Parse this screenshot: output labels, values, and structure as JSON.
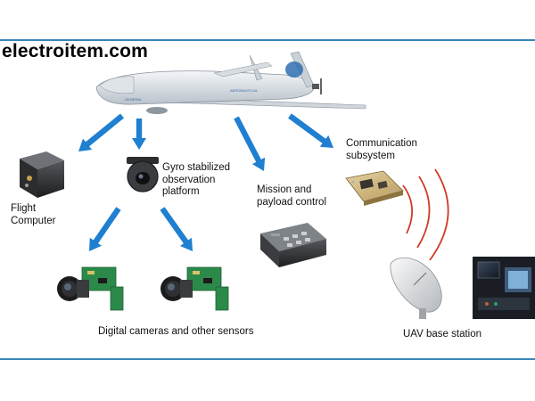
{
  "brand": {
    "text": "electroitem.com"
  },
  "colors": {
    "rule": "#3a86b8",
    "arrow": "#1f7fd1",
    "signal": "#d23a2a"
  },
  "components": {
    "flight_computer": {
      "line1": "Flight",
      "line2": "Computer",
      "icon": "flight-computer-box"
    },
    "gyro_platform": {
      "line1": "Gyro stabilized",
      "line2": "observation",
      "line3": "platform",
      "icon": "gyro-camera-ball"
    },
    "mission_control": {
      "line1": "Mission and",
      "line2": "payload control",
      "icon": "control-panel"
    },
    "communication": {
      "line1": "Communication",
      "line2": "subsystem",
      "icon": "circuit-board"
    },
    "cameras": {
      "text": "Digital cameras and other sensors",
      "icon": "camera-module"
    },
    "base_station": {
      "text": "UAV base station",
      "icon": "satellite-dish"
    }
  }
}
